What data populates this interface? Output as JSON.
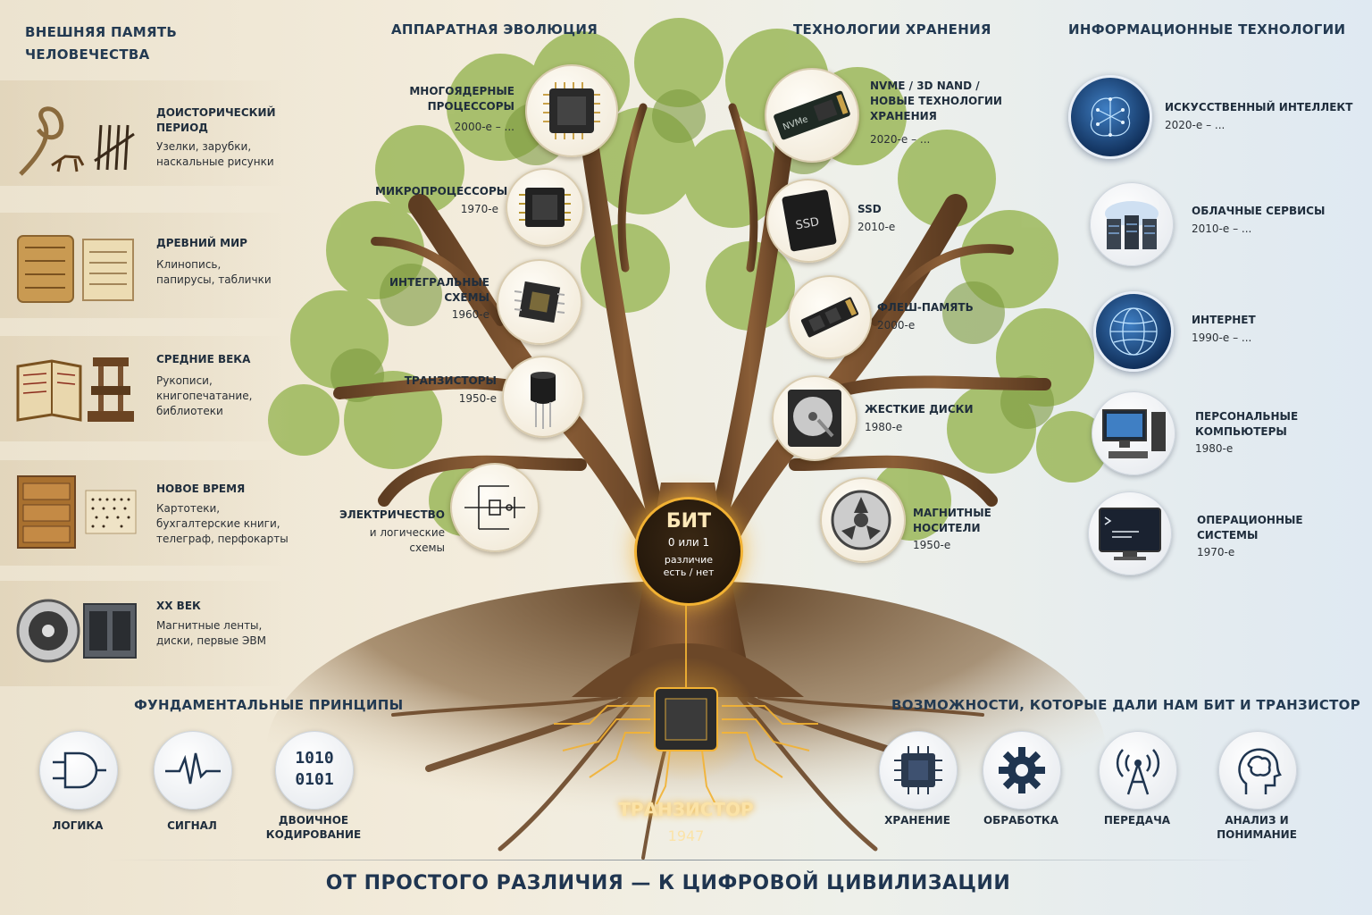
{
  "headers": {
    "external_memory": "ВНЕШНЯЯ ПАМЯТЬ\nЧЕЛОВЕЧЕСТВА",
    "hardware": "АППАРАТНАЯ ЭВОЛЮЦИЯ",
    "storage": "ТЕХНОЛОГИИ ХРАНЕНИЯ",
    "it": "ИНФОРМАЦИОННЫЕ ТЕХНОЛОГИИ"
  },
  "history": [
    {
      "title": "ДОИСТОРИЧЕСКИЙ\nПЕРИОД",
      "desc": "Узелки, зарубки,\nнаскальные рисунки",
      "icon": "knot-tally-icon"
    },
    {
      "title": "ДРЕВНИЙ МИР",
      "desc": "Клинопись,\nпапирусы, таблички",
      "icon": "clay-tablet-icon"
    },
    {
      "title": "СРЕДНИЕ ВЕКА",
      "desc": "Рукописи,\nкнигопечатание,\nбиблиотеки",
      "icon": "book-press-icon"
    },
    {
      "title": "НОВОЕ ВРЕМЯ",
      "desc": "Картотеки,\nбухгалтерские книги,\nтелеграф, перфокарты",
      "icon": "card-cabinet-icon"
    },
    {
      "title": "XX ВЕК",
      "desc": "Магнитные ленты,\nдиски, первые ЭВМ",
      "icon": "tape-reel-icon"
    }
  ],
  "hardware": [
    {
      "title": "МНОГОЯДЕРНЫЕ\nПРОЦЕССОРЫ",
      "year": "2000-е – ...",
      "icon": "multicore-cpu-icon"
    },
    {
      "title": "МИКРОПРОЦЕССОРЫ",
      "year": "1970-е",
      "icon": "microprocessor-icon"
    },
    {
      "title": "ИНТЕГРАЛЬНЫЕ\nСХЕМЫ",
      "year": "1960-е",
      "icon": "integrated-circuit-icon"
    },
    {
      "title": "ТРАНЗИСТОРЫ",
      "year": "1950-е",
      "icon": "transistor-icon"
    },
    {
      "title": "ЭЛЕКТРИЧЕСТВО",
      "year": "и логические\nсхемы",
      "icon": "circuit-diagram-icon"
    }
  ],
  "storage": [
    {
      "title": "NVMe / 3D NAND /\nНОВЫЕ ТЕХНОЛОГИИ\nХРАНЕНИЯ",
      "year": "2020-е – ...",
      "icon": "nvme-drive-icon",
      "chip_text": "NVMe"
    },
    {
      "title": "SSD",
      "year": "2010-е",
      "icon": "ssd-icon",
      "chip_text": "SSD"
    },
    {
      "title": "ФЛЕШ-ПАМЯТЬ",
      "year": "2000-е",
      "icon": "flash-memory-icon"
    },
    {
      "title": "ЖЕСТКИЕ ДИСКИ",
      "year": "1980-е",
      "icon": "hard-disk-icon"
    },
    {
      "title": "МАГНИТНЫЕ\nНОСИТЕЛИ",
      "year": "1950-е",
      "icon": "magnetic-reel-icon"
    }
  ],
  "it": [
    {
      "title": "ИСКУССТВЕННЫЙ ИНТЕЛЛЕКТ",
      "year": "2020-е – ...",
      "icon": "ai-brain-icon"
    },
    {
      "title": "ОБЛАЧНЫЕ СЕРВИСЫ",
      "year": "2010-е – ...",
      "icon": "cloud-servers-icon"
    },
    {
      "title": "ИНТЕРНЕТ",
      "year": "1990-е – ...",
      "icon": "globe-network-icon"
    },
    {
      "title": "ПЕРСОНАЛЬНЫЕ\nКОМПЬЮТЕРЫ",
      "year": "1980-е",
      "icon": "personal-computer-icon"
    },
    {
      "title": "ОПЕРАЦИОННЫЕ\nСИСТЕМЫ",
      "year": "1970-е",
      "icon": "os-terminal-icon"
    }
  ],
  "bit": {
    "title": "БИТ",
    "line1": "0 или 1",
    "line2": "различие\nесть / нет"
  },
  "transistor": {
    "title": "ТРАНЗИСТОР",
    "year": "1947"
  },
  "principles": {
    "title": "ФУНДАМЕНТАЛЬНЫЕ ПРИНЦИПЫ",
    "items": [
      {
        "label": "ЛОГИКА",
        "icon": "logic-gate-icon"
      },
      {
        "label": "СИГНАЛ",
        "icon": "signal-wave-icon"
      },
      {
        "label": "ДВОИЧНОЕ\nКОДИРОВАНИЕ",
        "icon": "binary-code-icon",
        "code": "1010\n0101"
      }
    ]
  },
  "capabilities": {
    "title": "ВОЗМОЖНОСТИ, КОТОРЫЕ ДАЛИ НАМ БИТ И ТРАНЗИСТОР",
    "items": [
      {
        "label": "ХРАНЕНИЕ",
        "icon": "chip-icon"
      },
      {
        "label": "ОБРАБОТКА",
        "icon": "gear-icon"
      },
      {
        "label": "ПЕРЕДАЧА",
        "icon": "antenna-icon"
      },
      {
        "label": "АНАЛИЗ И\nПОНИМАНИЕ",
        "icon": "head-brain-icon"
      }
    ]
  },
  "footer": "ОТ ПРОСТОГО РАЗЛИЧИЯ — К ЦИФРОВОЙ ЦИВИЛИЗАЦИИ",
  "colors": {
    "accent_gold": "#f2b233",
    "navy": "#1f3550",
    "trunk": "#7a5230",
    "leaf": "#8fae4a"
  }
}
